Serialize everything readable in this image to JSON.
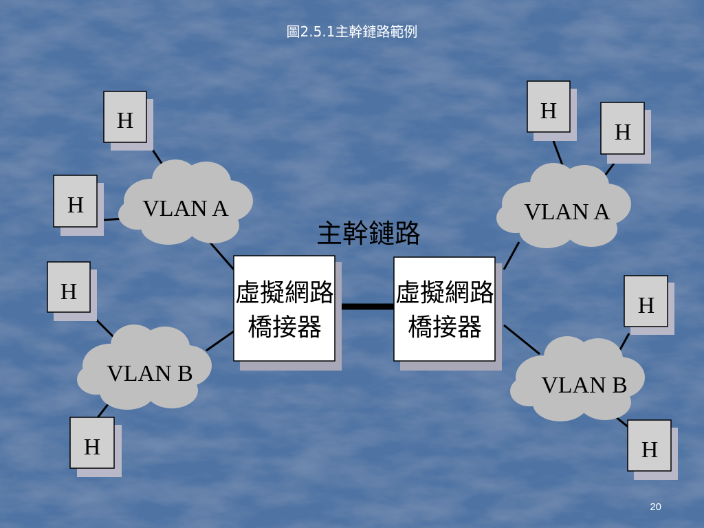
{
  "slide": {
    "title": "圖2.5.1主幹鏈路範例",
    "page_number": "20",
    "background_color": "#4f74a4"
  },
  "diagram": {
    "trunk_label": "主幹鏈路",
    "bridges": [
      {
        "id": "bridge-left",
        "line1": "虛擬網路",
        "line2": "橋接器"
      },
      {
        "id": "bridge-right",
        "line1": "虛擬網路",
        "line2": "橋接器"
      }
    ],
    "clouds": [
      {
        "id": "cloud-left-a",
        "label": "VLAN A"
      },
      {
        "id": "cloud-left-b",
        "label": "VLAN B"
      },
      {
        "id": "cloud-right-a",
        "label": "VLAN A"
      },
      {
        "id": "cloud-right-b",
        "label": "VLAN B"
      }
    ],
    "host_label": "H",
    "host_count": 8,
    "colors": {
      "cloud_fill": "#bfbfbf",
      "box_fill": "#ffffff",
      "host_fill": "#d0d0d0",
      "shadow": "#a8a8b8",
      "line": "#000000"
    }
  }
}
